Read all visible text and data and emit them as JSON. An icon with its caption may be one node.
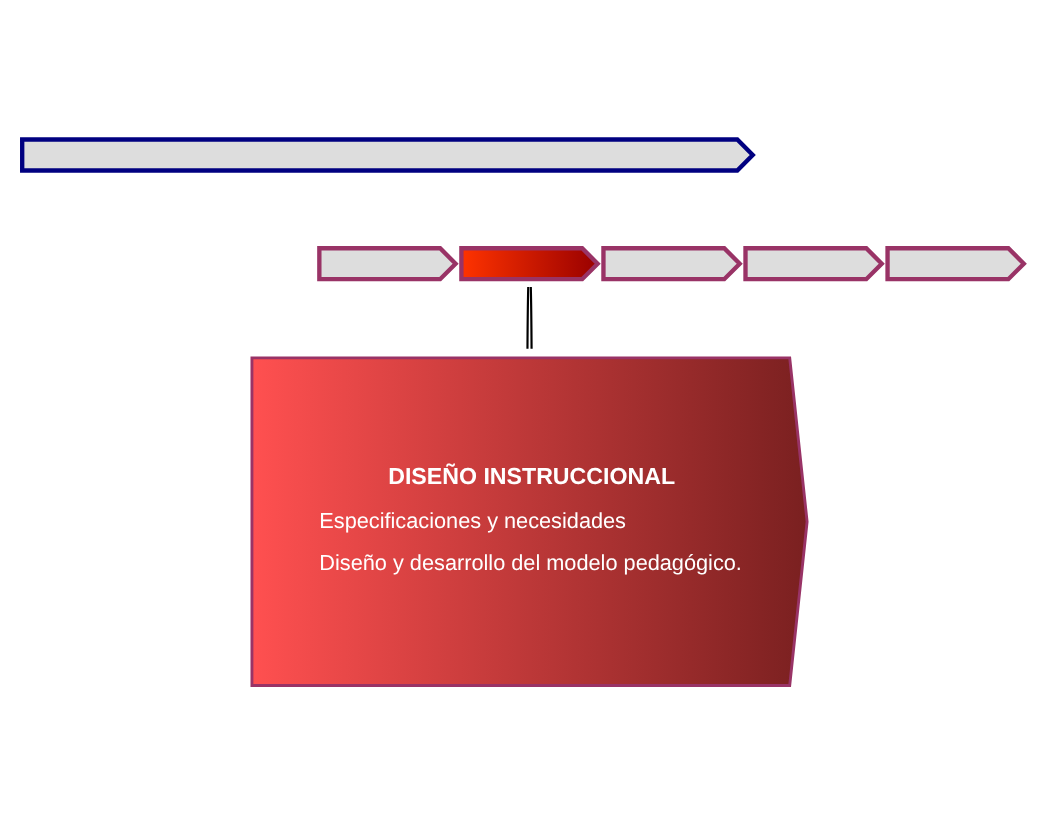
{
  "diagram": {
    "nodes": [
      {
        "text": [],
        "shape": "arrow"
      },
      {
        "text": [],
        "shape": "arrow"
      },
      {
        "text": [],
        "shape": "arrow"
      },
      {
        "text": [],
        "shape": "arrow"
      },
      {
        "text": [],
        "shape": "arrow"
      },
      {
        "text": [],
        "shape": "arrow"
      },
      {
        "text": [
          "DISEÑO INSTRUCCIONAL",
          "Especificaciones y necesidades",
          "Diseño y desarrollo del modelo pedagógico."
        ]
      }
    ],
    "edges": [
      {
        "from": 2,
        "to": 6,
        "arrow": "none"
      },
      {
        "from": 2,
        "to": 6,
        "arrow": "none"
      }
    ]
  }
}
